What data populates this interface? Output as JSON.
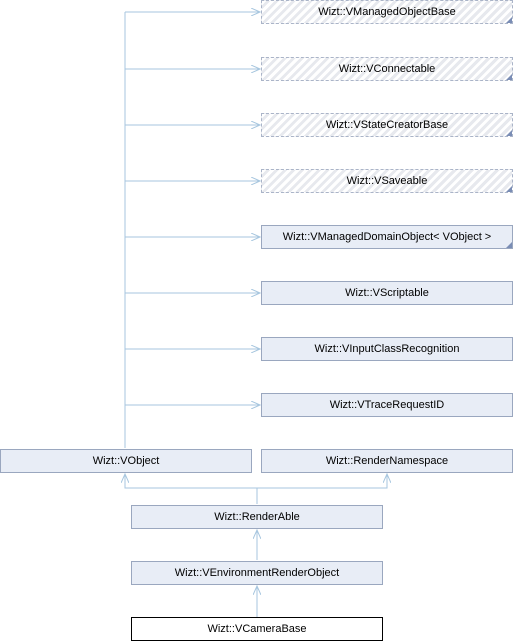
{
  "diagram": {
    "nodes": {
      "managed_object_base": "Wizt::VManagedObjectBase",
      "connectable": "Wizt::VConnectable",
      "state_creator_base": "Wizt::VStateCreatorBase",
      "saveable": "Wizt::VSaveable",
      "managed_domain_object": "Wizt::VManagedDomainObject< VObject >",
      "scriptable": "Wizt::VScriptable",
      "input_class_recognition": "Wizt::VInputClassRecognition",
      "trace_request_id": "Wizt::VTraceRequestID",
      "vobject": "Wizt::VObject",
      "render_namespace": "Wizt::RenderNamespace",
      "render_able": "Wizt::RenderAble",
      "environment_render_object": "Wizt::VEnvironmentRenderObject",
      "camera_base": "Wizt::VCameraBase"
    },
    "edge_color": "#a7c6df"
  }
}
